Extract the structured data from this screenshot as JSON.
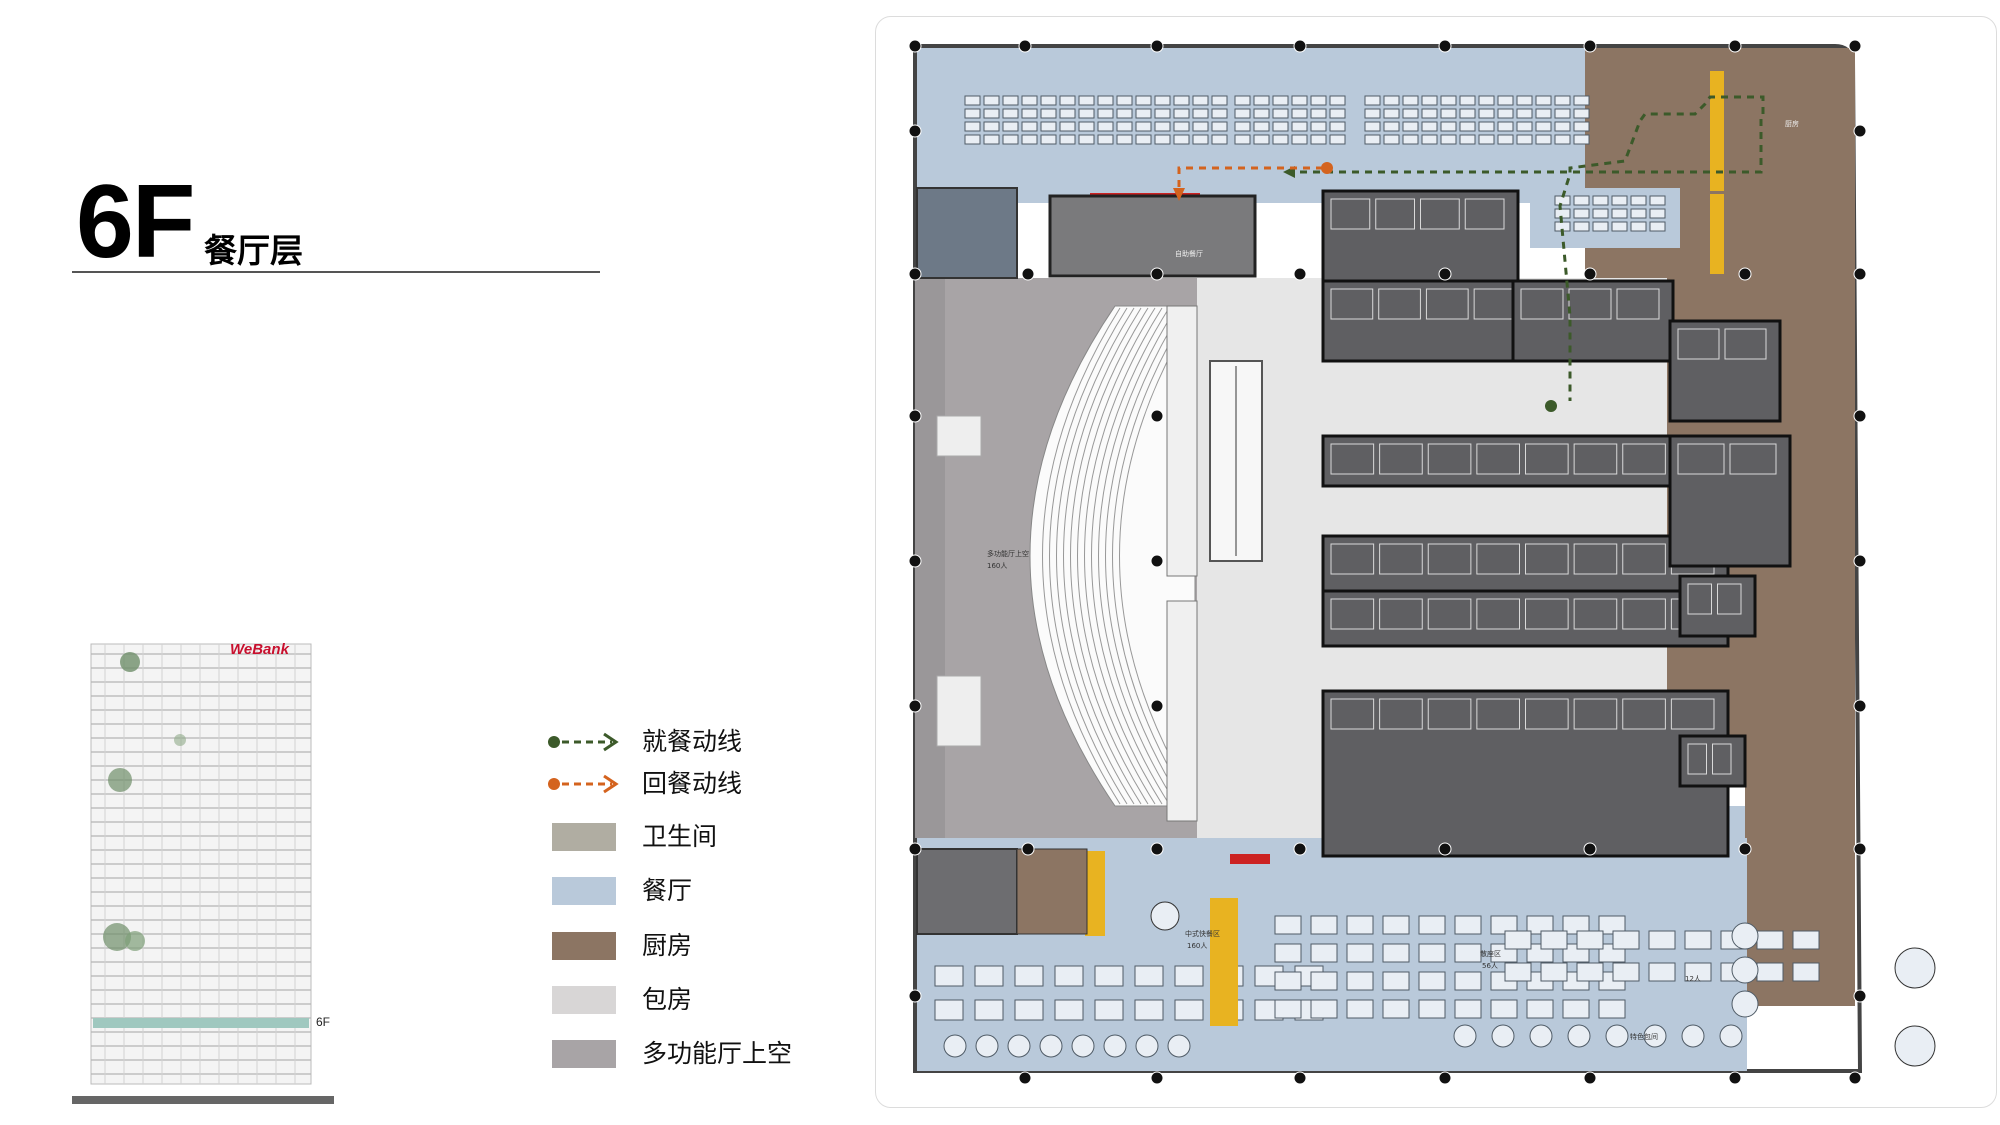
{
  "title": {
    "floor": "6F",
    "subtitle": "餐厅层"
  },
  "legend": [
    {
      "label": "就餐动线",
      "kind": "arrow",
      "color": "#3c5a2a"
    },
    {
      "label": "回餐动线",
      "kind": "arrow",
      "color": "#d4631e"
    },
    {
      "label": "卫生间",
      "kind": "swatch",
      "color": "#b0ada2"
    },
    {
      "label": "餐厅",
      "kind": "swatch",
      "color": "#b9c9da"
    },
    {
      "label": "厨房",
      "kind": "swatch",
      "color": "#8c7563"
    },
    {
      "label": "包房",
      "kind": "swatch",
      "color": "#d8d6d6"
    },
    {
      "label": "多功能厅上空",
      "kind": "swatch",
      "color": "#a8a4a6"
    }
  ],
  "building": {
    "logo": "WeBank",
    "floor_tag": "6F"
  },
  "colors": {
    "dining": "#b9c9da",
    "kitchen": "#8c7563",
    "core": "#5f5f62",
    "corridor": "#e3e3e3",
    "hall": "#a8a4a6",
    "yellow": "#e8b321",
    "red": "#cc2222",
    "green_path": "#3c5a2a",
    "orange_path": "#d4631e"
  },
  "plan_labels": {
    "room_a": "多功能厅上空",
    "room_b": "自助餐厅",
    "room_c": "中式快餐区",
    "room_d": "特色包间",
    "room_e": "散座区",
    "room_f": "厨房",
    "area_a": "160人",
    "area_b": "56人",
    "area_c": "12人"
  }
}
